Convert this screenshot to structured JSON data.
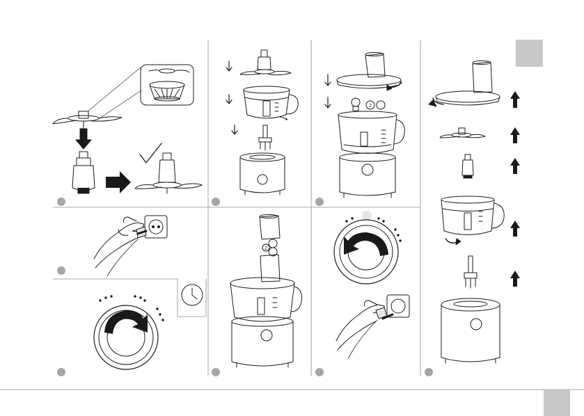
{
  "page": {
    "colors": {
      "line": "#1a1a1a",
      "divider": "#8c8c8c",
      "step_badge": "#a6a6a6",
      "tab": "#c8c8c8",
      "body_fill": "#ffffff",
      "shade": "#e6e6e6"
    }
  },
  "steps": [
    {
      "id": 1,
      "label": "",
      "scene": "blade-assembly-check",
      "icons": [
        "blade-icon",
        "blade-hub-icon",
        "checkmark-icon",
        "down-arrow-icon",
        "right-arrow-icon"
      ]
    },
    {
      "id": 2,
      "label": "",
      "scene": "assemble-bowl-on-base",
      "icons": [
        "blade-icon",
        "bowl-icon",
        "drive-shaft-icon",
        "motor-base-icon",
        "down-arrow-icon"
      ]
    },
    {
      "id": 3,
      "label": "",
      "scene": "fit-lid-and-pusher",
      "icons": [
        "lid-icon",
        "pusher-icon",
        "rotate-lock-icon",
        "down-arrow-icon"
      ]
    },
    {
      "id": 4,
      "label": "",
      "scene": "plug-in",
      "icons": [
        "hand-icon",
        "plug-icon",
        "socket-icon"
      ]
    },
    {
      "id": 5,
      "label": "",
      "scene": "turn-dial-on",
      "icons": [
        "dial-icon",
        "rotate-cw-icon",
        "clock-icon"
      ]
    },
    {
      "id": 6,
      "label": "",
      "scene": "use-feed-tube",
      "icons": [
        "pusher-icon",
        "food-processor-icon"
      ]
    },
    {
      "id": 7,
      "label": "",
      "scene": "turn-off-unplug",
      "icons": [
        "dial-icon",
        "rotate-ccw-icon",
        "hand-icon",
        "plug-icon"
      ]
    },
    {
      "id": 8,
      "label": "",
      "scene": "disassemble",
      "icons": [
        "lid-icon",
        "blade-icon",
        "blade-hub-icon",
        "bowl-icon",
        "drive-shaft-icon",
        "food-processor-icon",
        "up-arrow-icon"
      ]
    }
  ],
  "markers": {
    "circled_2": "2",
    "circled_1": "1"
  },
  "tabs": {
    "top_right": "",
    "bottom_right": ""
  }
}
